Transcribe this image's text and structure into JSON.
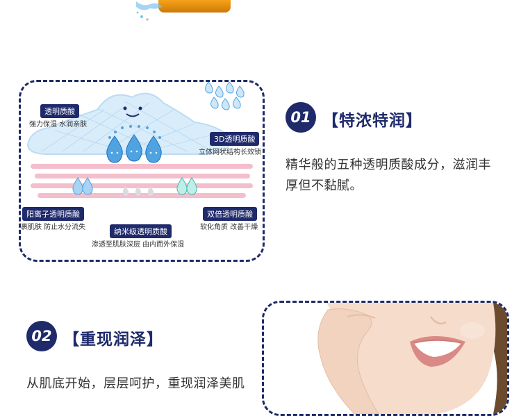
{
  "features": [
    {
      "number": "01",
      "title": "【特浓特润】",
      "description": "精华般的五种透明质酸成分，滋润丰厚但不黏腻。"
    },
    {
      "number": "02",
      "title": "【重现润泽】",
      "description": "从肌底开始，层层呵护，重现润泽美肌"
    }
  ],
  "diagram": {
    "labels": [
      {
        "tag": "透明质酸",
        "sub": "强力保湿 水润亲肤"
      },
      {
        "tag": "3D透明质酸",
        "sub": "立体网状结构长效锁"
      },
      {
        "tag": "阳离子透明质酸",
        "sub": "裹肌肤 防止水分流失"
      },
      {
        "tag": "纳米级透明质酸",
        "sub": "渗透至肌肤深层 由内而外保湿"
      },
      {
        "tag": "双倍透明质酸",
        "sub": "软化角质 改善干燥"
      }
    ]
  },
  "colors": {
    "navy": "#1f2a6b",
    "skin_pink": "#f3b7c7",
    "water_blue": "#4fa3e0",
    "product_orange": "#f4a21b"
  },
  "icons": [
    "water-drop-icon",
    "molecule-icon"
  ]
}
